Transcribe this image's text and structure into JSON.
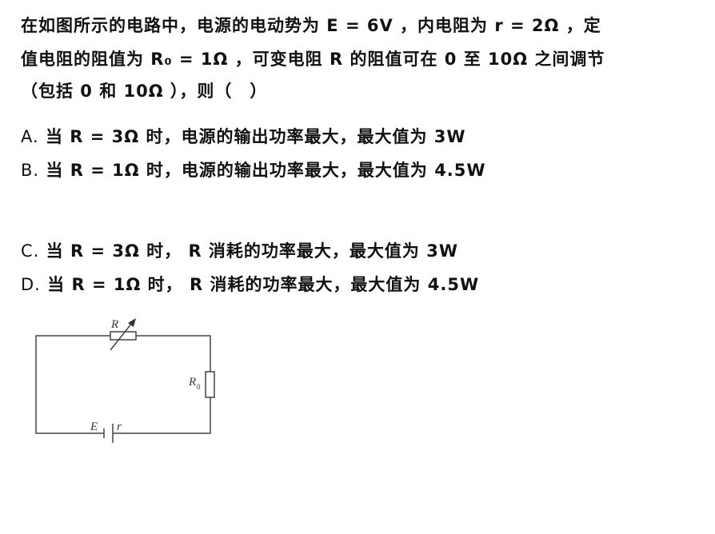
{
  "question": {
    "line1": "在如图所示的电路中，电源的电动势为 E = 6V ，内电阻为 r = 2Ω ，定",
    "line2": "值电阻的阻值为 R₀ = 1Ω ，可变电阻 R 的阻值可在 0 至 10Ω 之间调节",
    "line3": "（包括 0 和 10Ω ），则（　）"
  },
  "options": [
    {
      "label": "A.",
      "text": "当 R = 3Ω 时，电源的输出功率最大，最大值为 3W"
    },
    {
      "label": "B.",
      "text": "当 R = 1Ω 时，电源的输出功率最大，最大值为 4.5W"
    },
    {
      "label": "C.",
      "text": "当 R = 3Ω 时， R 消耗的功率最大，最大值为 3W"
    },
    {
      "label": "D.",
      "text": "当 R = 1Ω 时， R 消耗的功率最大，最大值为 4.5W"
    }
  ],
  "diagram": {
    "R": "R",
    "R0": "R",
    "R0_sub": "0",
    "E": "E",
    "r": "r"
  }
}
